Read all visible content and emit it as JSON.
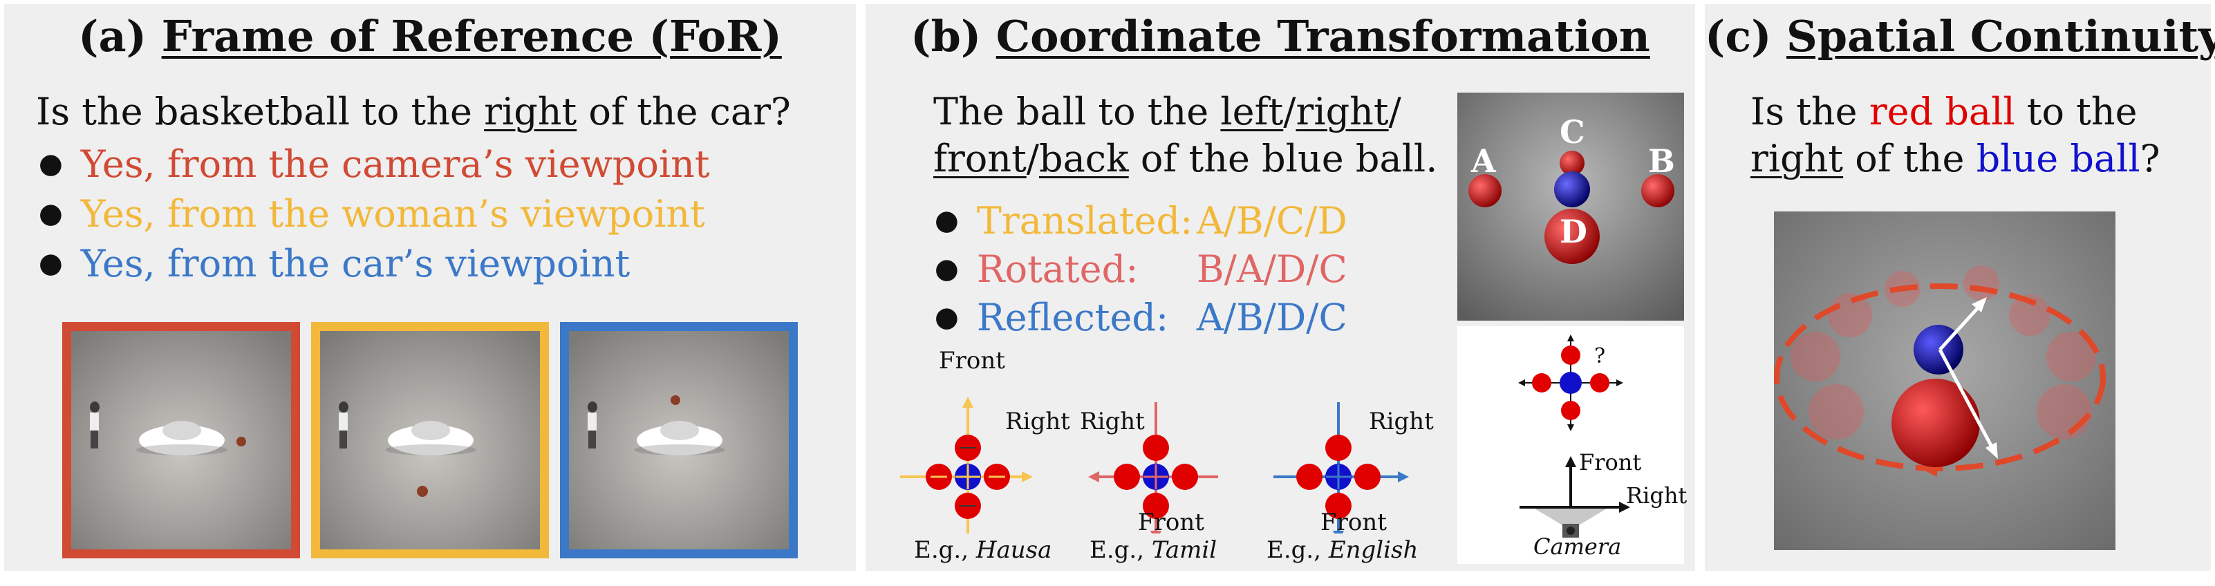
{
  "colors": {
    "camera_red": "#d04a34",
    "woman_yellow": "#f2b83a",
    "car_blue": "#3b78c8",
    "rotated_red": "#e06666",
    "ball_red": "#e00000",
    "ball_blue": "#1010cc",
    "panel_bg": "#efefef"
  },
  "panel_a": {
    "title_prefix": "(a)",
    "title_main": "Frame of Reference (FoR)",
    "question_pre": "Is the basketball to the ",
    "question_under": "right",
    "question_post": " of the car?",
    "bullets": [
      "Yes, from the camera’s viewpoint",
      "Yes, from the woman’s viewpoint",
      "Yes, from the car’s viewpoint"
    ]
  },
  "panel_b": {
    "title_prefix": "(b)",
    "title_main": "Coordinate Transformation",
    "line1_pre": "The ball to the ",
    "line1_left": "left",
    "line1_slash1": "/",
    "line1_right": "right",
    "line1_slash2": "/",
    "line2_front": "front",
    "line2_slash": "/",
    "line2_back": "back",
    "line2_post": " of the blue ball.",
    "bullets": [
      {
        "label": "Translated:",
        "value": "A/B/C/D"
      },
      {
        "label": "Rotated:",
        "value": "B/A/D/C"
      },
      {
        "label": "Reflected:",
        "value": "A/B/D/C"
      }
    ],
    "diagrams": [
      {
        "top_label": "Front",
        "side_label": "Right",
        "example_prefix": "E.g., ",
        "example_lang": "Hausa"
      },
      {
        "side_label": "Right",
        "bottom_label": "Front",
        "example_prefix": "E.g., ",
        "example_lang": "Tamil"
      },
      {
        "side_label": "Right",
        "bottom_label": "Front",
        "example_prefix": "E.g., ",
        "example_lang": "English"
      }
    ],
    "photo_labels": [
      "A",
      "B",
      "C",
      "D"
    ],
    "camera_diagram": {
      "question": "?",
      "front": "Front",
      "right": "Right",
      "camera": "Camera"
    }
  },
  "panel_c": {
    "title_prefix": "(c)",
    "title_main": "Spatial Continuity",
    "q_pre": "Is the ",
    "q_red": "red ball",
    "q_mid": " to the",
    "q_right": "right",
    "q_post_pre": " of the ",
    "q_blue": "blue ball",
    "q_end": "?"
  }
}
